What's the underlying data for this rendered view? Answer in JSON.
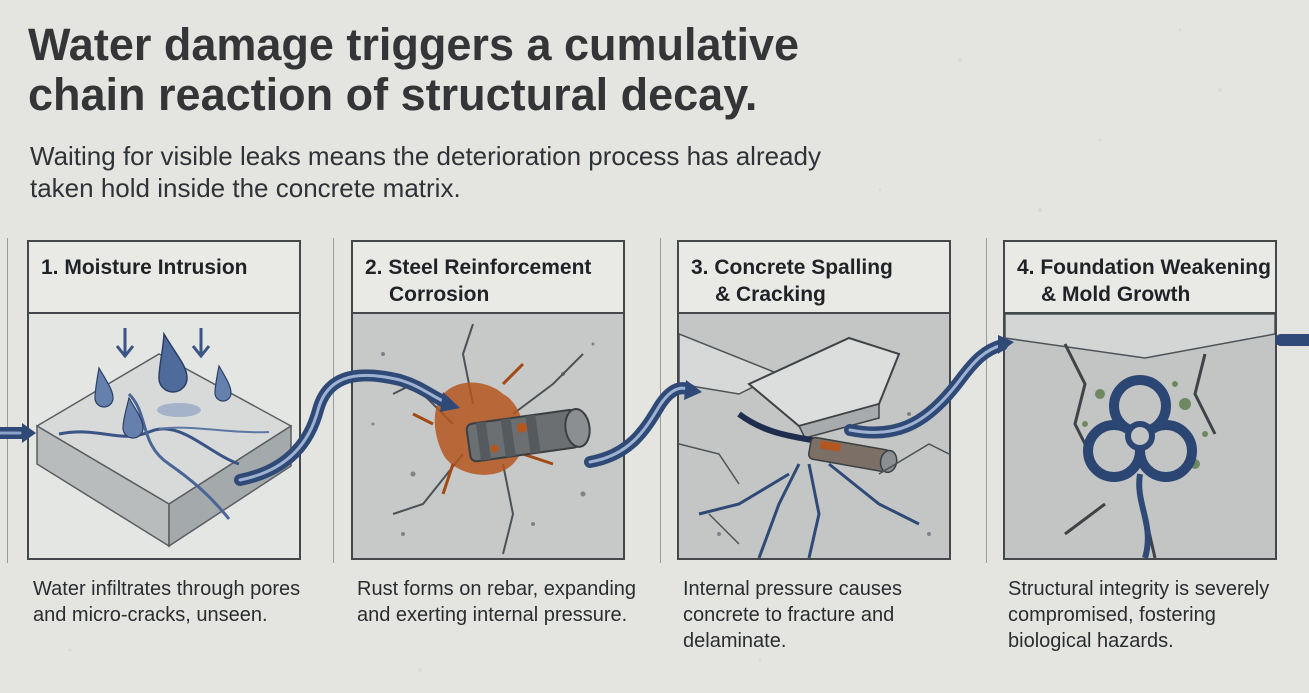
{
  "heading": {
    "title": "Water damage triggers a cumulative chain reaction of structural decay.",
    "subtitle": "Waiting for visible leaks means the deterioration process has already taken hold inside the concrete matrix."
  },
  "stages": [
    {
      "title_line1": "1. Moisture Intrusion",
      "title_line2": "",
      "description": "Water infiltrates through pores and micro-cracks, unseen.",
      "icon": "water-drop-icon"
    },
    {
      "title_line1": "2. Steel Reinforcement",
      "title_line2": "Corrosion",
      "description": "Rust forms on rebar, expanding and exerting internal pressure.",
      "icon": "rusted-rebar-icon"
    },
    {
      "title_line1": "3. Concrete Spalling",
      "title_line2": "& Cracking",
      "description": "Internal pressure causes concrete to fracture and delaminate.",
      "icon": "cracked-concrete-icon"
    },
    {
      "title_line1": "4. Foundation Weakening",
      "title_line2": "& Mold Growth",
      "description": "Structural integrity is severely compromised, fostering biological hazards.",
      "icon": "biohazard-icon"
    }
  ],
  "colors": {
    "background": "#e4e5e1",
    "water": "#2f4a77",
    "water_light": "#6f8ab4",
    "rust": "#b4561f",
    "concrete": "#c7cac8",
    "border": "#45484b"
  }
}
